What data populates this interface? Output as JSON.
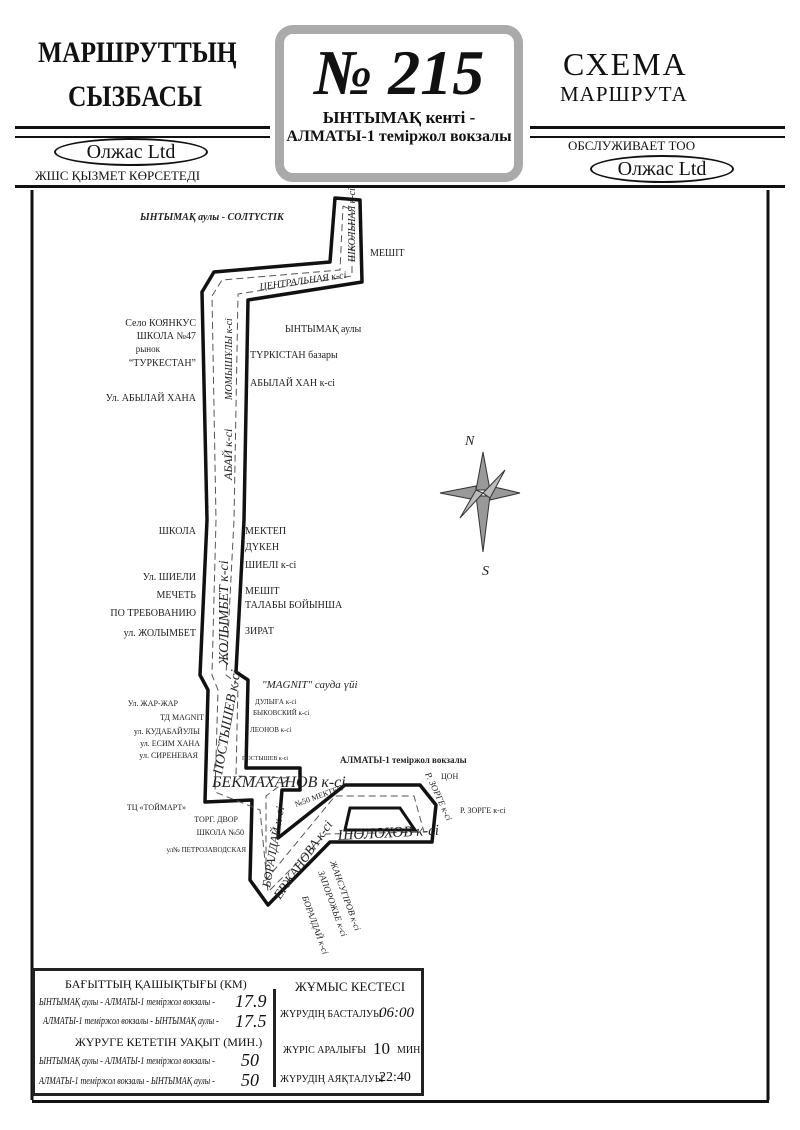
{
  "header": {
    "left_title_1": "МАРШРУТТЫҢ",
    "left_title_2": "СЫЗБАСЫ",
    "left_operator": "Олжас Ltd",
    "left_service": "ЖШС ҚЫЗМЕТ КӨРСЕТЕДІ",
    "route_number": "№ 215",
    "route_from": "ЫНТЫМАҚ кенті -",
    "route_to": "АЛМАТЫ-1 теміржол вокзалы",
    "right_title_1": "СХЕМА",
    "right_title_2": "МАРШРУТА",
    "right_service": "ОБСЛУЖИВАЕТ ТОО",
    "right_operator": "Олжас Ltd"
  },
  "map": {
    "compass": {
      "north": "N",
      "south": "S"
    },
    "terminus_north": "ЫНТЫМАҚ аулы - СОЛТҮСТІК",
    "terminus_south": "АЛМАТЫ-1 теміржол вокзалы",
    "streets": [
      "ШКОЛЬНАЯ к-сі",
      "ЦЕНТРАЛЬНАЯ к-сі",
      "МОМЫШҰЛЫ к-сі",
      "АБАЙ к-сі",
      "ЖОЛЫМБЕТ к-сі",
      "ПОСТЫШЕВ к-сі",
      "БЕКМАХАНОВ к-сі",
      "БОРАЛДАЙ к-сі",
      "ЕРЖАНОВА к-сі",
      "ШОЛОХОВ к-сі",
      "Р. ЗОРГЕ к-сі",
      "ЖАНСУГІРОВ к-сі",
      "ЗАПОРОЖЬЕ к-сі",
      "БОРАЛДАЙ к-сі"
    ],
    "stops_left": [
      "Село КОЯНКУС",
      "ШКОЛА №47",
      "рынок",
      "“ТУРКЕСТАН”",
      "Ул. АБЫЛАЙ ХАНА",
      "ШКОЛА",
      "Ул. ШИЕЛИ",
      "МЕЧЕТЬ",
      "ПО ТРЕБОВАНИЮ",
      "ул. ЖОЛЫМБЕТ",
      "Ул. ЖАР-ЖАР",
      "ТД MAGNIT",
      "ул. КУДАБАЙУЛЫ",
      "ул. ЕСИМ ХАНА",
      "ул. СИРЕНЕВАЯ",
      "ТЦ «ТОЙМАРТ»",
      "ТОРГ. ДВОР",
      "ШКОЛА №50",
      "ул№ ПЕТРОЗАВОДСКАЯ"
    ],
    "stops_right": [
      "МЕШІТ",
      "ЫНТЫМАҚ аулы",
      "ТҮРКІСТАН базары",
      "АБЫЛАЙ ХАН к-сі",
      "МЕКТЕП",
      "ДҮКЕН",
      "ШИЕЛІ к-сі",
      "МЕШІТ",
      "ТАЛАБЫ БОЙЫНША",
      "ЗИРАТ",
      "\"MAGNIT\" сауда үйі",
      "ДУЛЫҒА к-сі",
      "БЫКОВСКИЙ к-сі",
      "ЛЕОНОВ к-сі",
      "ПОСТЫШЕВ к-сі",
      "№50 МЕКТЕП",
      "ЦОН",
      "Р. ЗОРГЕ к-сі"
    ]
  },
  "info": {
    "distance_title": "БАҒЫТТЫҢ ҚАШЫҚТЫҒЫ (КМ)",
    "distance": [
      {
        "label": "ЫНТЫМАҚ аулы - АЛМАТЫ-1 теміржол вокзалы -",
        "value": "17.9"
      },
      {
        "label": "АЛМАТЫ-1 теміржол вокзалы - ЫНТЫМАҚ аулы -",
        "value": "17.5"
      }
    ],
    "time_title": "ЖҮРУГЕ КЕТЕТІН УАҚЫТ (МИН.)",
    "time": [
      {
        "label": "ЫНТЫМАҚ аулы - АЛМАТЫ-1 теміржол вокзалы -",
        "value": "50"
      },
      {
        "label": "АЛМАТЫ-1 теміржол вокзалы - ЫНТЫМАҚ аулы -",
        "value": "50"
      }
    ],
    "schedule_title": "ЖҰМЫС КЕСТЕСІ",
    "start_label": "ЖҮРУДІҢ БАСТАЛУЫ",
    "start_value": "06:00",
    "interval_label": "ЖҮРІС АРАЛЫҒЫ",
    "interval_value": "10",
    "interval_unit": "МИН",
    "end_label": "ЖҮРУДІҢ АЯҚТАЛУЫ",
    "end_value": "22:40"
  }
}
